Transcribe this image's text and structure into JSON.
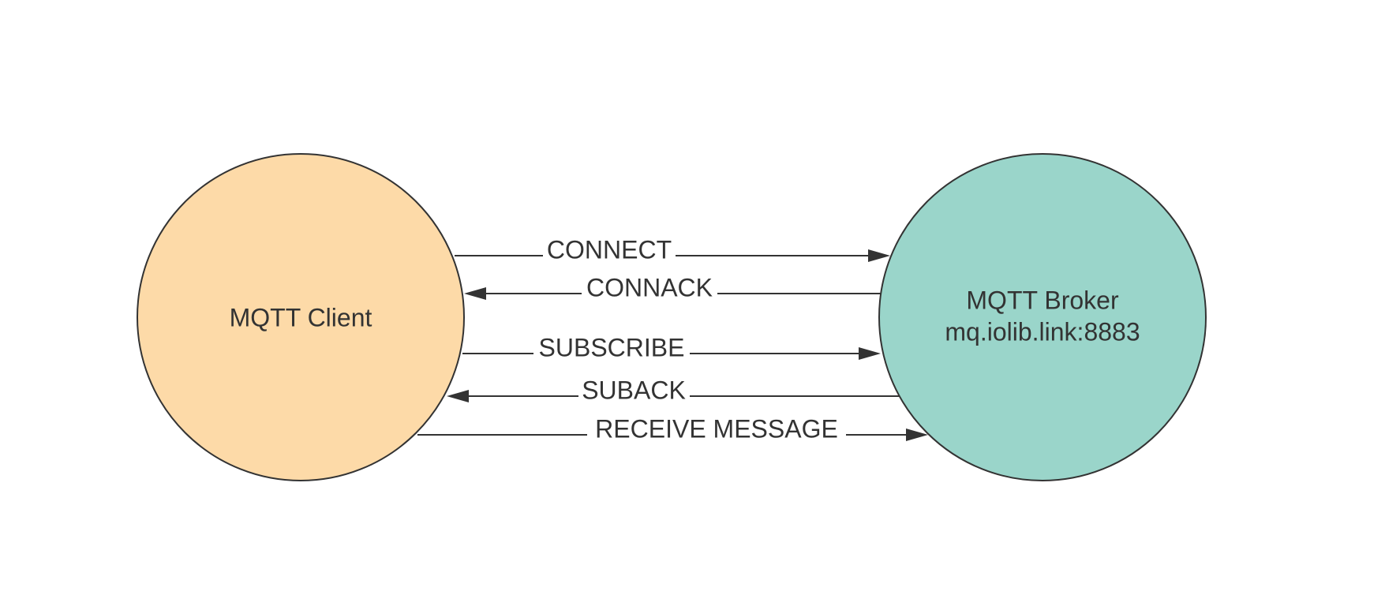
{
  "colors": {
    "client_fill": "#FDDAA8",
    "broker_fill": "#9AD5CA",
    "stroke": "#333333",
    "text": "#333333",
    "background": "#FFFFFF"
  },
  "nodes": {
    "client": {
      "label": "MQTT Client"
    },
    "broker": {
      "label": "MQTT Broker",
      "address": "mq.iolib.link:8883"
    }
  },
  "messages": [
    {
      "label": "CONNECT",
      "direction": "client-to-broker"
    },
    {
      "label": "CONNACK",
      "direction": "broker-to-client"
    },
    {
      "label": "SUBSCRIBE",
      "direction": "client-to-broker"
    },
    {
      "label": "SUBACK",
      "direction": "broker-to-client"
    },
    {
      "label": "RECEIVE MESSAGE",
      "direction": "client-to-broker"
    }
  ]
}
